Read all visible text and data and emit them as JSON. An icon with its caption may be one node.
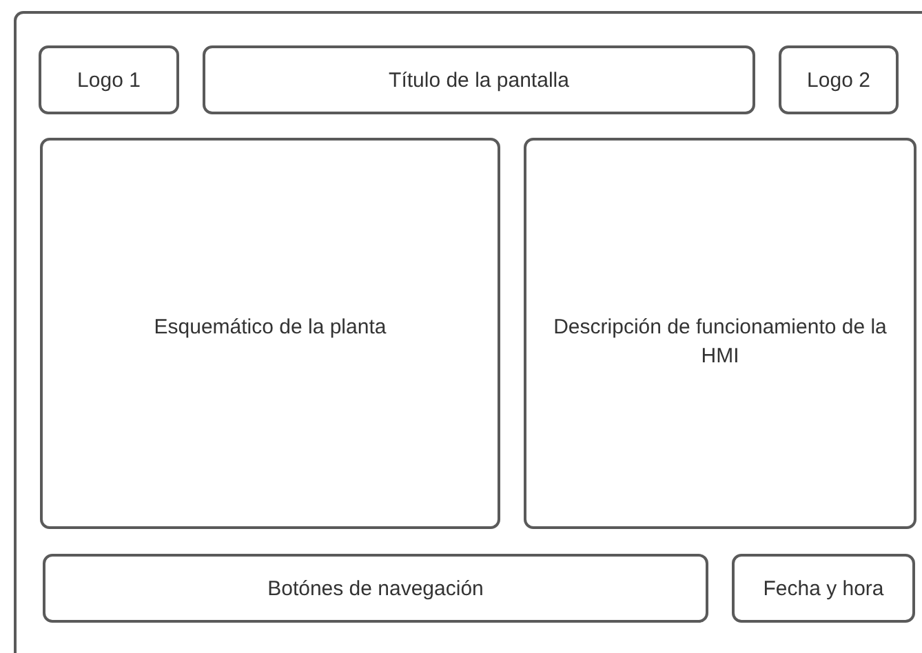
{
  "diagram": {
    "nodes": [
      {
        "text": [],
        "shape": "box"
      },
      {
        "text": [
          "Logo 1"
        ],
        "in": 0
      },
      {
        "text": [
          "Título de la pantalla"
        ],
        "in": 0
      },
      {
        "text": [
          "Logo 2"
        ],
        "in": 0
      },
      {
        "text": [
          "Esquemático de la planta"
        ],
        "in": 0
      },
      {
        "text": [
          "Descripción de funcionamiento de la HMI"
        ],
        "in": 0
      },
      {
        "text": [
          "Botónes de navegación"
        ],
        "in": 0
      },
      {
        "text": [
          "Fecha y hora"
        ],
        "in": 0
      }
    ]
  }
}
